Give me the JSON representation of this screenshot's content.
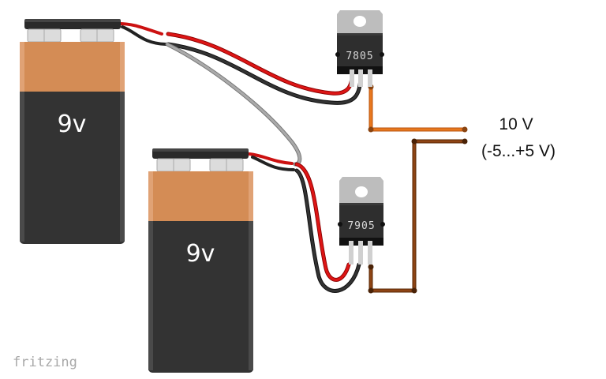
{
  "app": "fritzing",
  "logo_text": "fritzing",
  "colors": {
    "battery_cap": "#d48c55",
    "battery_body": "#333333",
    "snap_clip": "#2a2a2a",
    "wire_red": "#cc1111",
    "wire_black": "#222222",
    "wire_gray": "#999999",
    "wire_orange": "#e0701a",
    "wire_brown": "#8a3f10",
    "reg_tab": "#bdbdbd",
    "reg_body": "#2e2e2e"
  },
  "batteries": [
    {
      "id": "battery-1",
      "label": "9v"
    },
    {
      "id": "battery-2",
      "label": "9v"
    }
  ],
  "regulators": [
    {
      "id": "regulator-positive",
      "part": "7805"
    },
    {
      "id": "regulator-negative",
      "part": "7905"
    }
  ],
  "output": {
    "line1": "10 V",
    "line2": "(-5...+5 V)"
  }
}
